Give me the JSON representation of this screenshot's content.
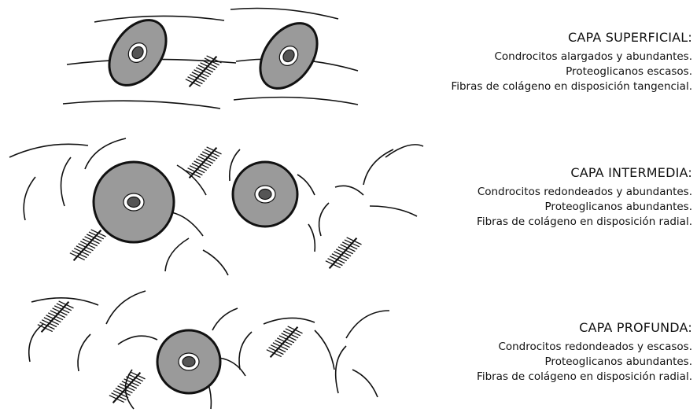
{
  "layers": [
    {
      "title": "CAPA SUPERFICIAL:",
      "lines": [
        "Condrocitos alargados y abundantes.",
        "Proteoglicanos escasos.",
        "Fibras de colágeno en disposición tangencial."
      ]
    },
    {
      "title": "CAPA INTERMEDIA:",
      "lines": [
        "Condrocitos redondeados y abundantes.",
        "Proteoglicanos abundantes.",
        "Fibras de colágeno en disposición radial."
      ]
    },
    {
      "title": "CAPA PROFUNDA:",
      "lines": [
        "Condrocitos redondeados y escasos.",
        "Proteoglicanos abundantes.",
        "Fibras de colágeno en disposición radial."
      ]
    }
  ],
  "colors": {
    "cell_fill": "#9a9a9a",
    "cell_outline": "#111111",
    "nucleus_ring": "#ffffff",
    "nucleus_fill": "#555555",
    "fiber_line": "#111111"
  },
  "icons": [
    "chondrocyte-cell-icon",
    "proteoglycan-aggregate-icon",
    "collagen-fiber-line"
  ]
}
